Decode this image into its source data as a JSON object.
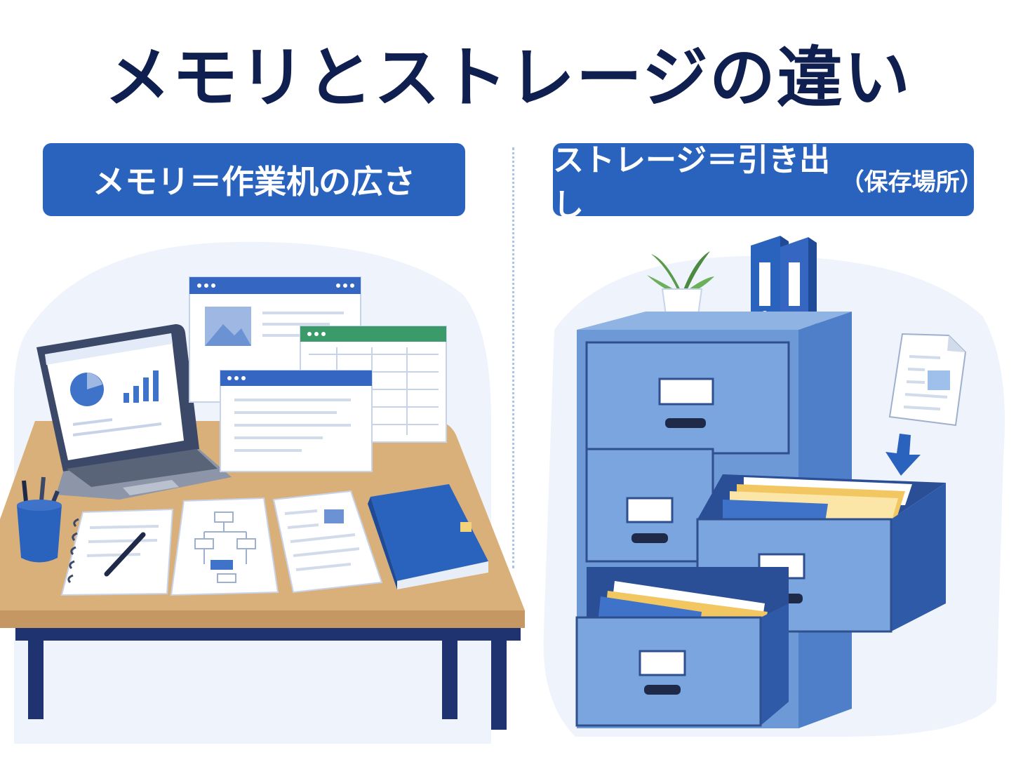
{
  "title": "メモリとストレージの違い",
  "left": {
    "label": "メモリ＝作業机の広さ"
  },
  "right": {
    "label_main": "ストレージ＝引き出し",
    "label_paren": "（保存場所）"
  },
  "colors": {
    "title": "#0f1f4f",
    "label_bg": "#2a63be",
    "cabinet": "#6d9ad6",
    "desk": "#d9b07a"
  }
}
